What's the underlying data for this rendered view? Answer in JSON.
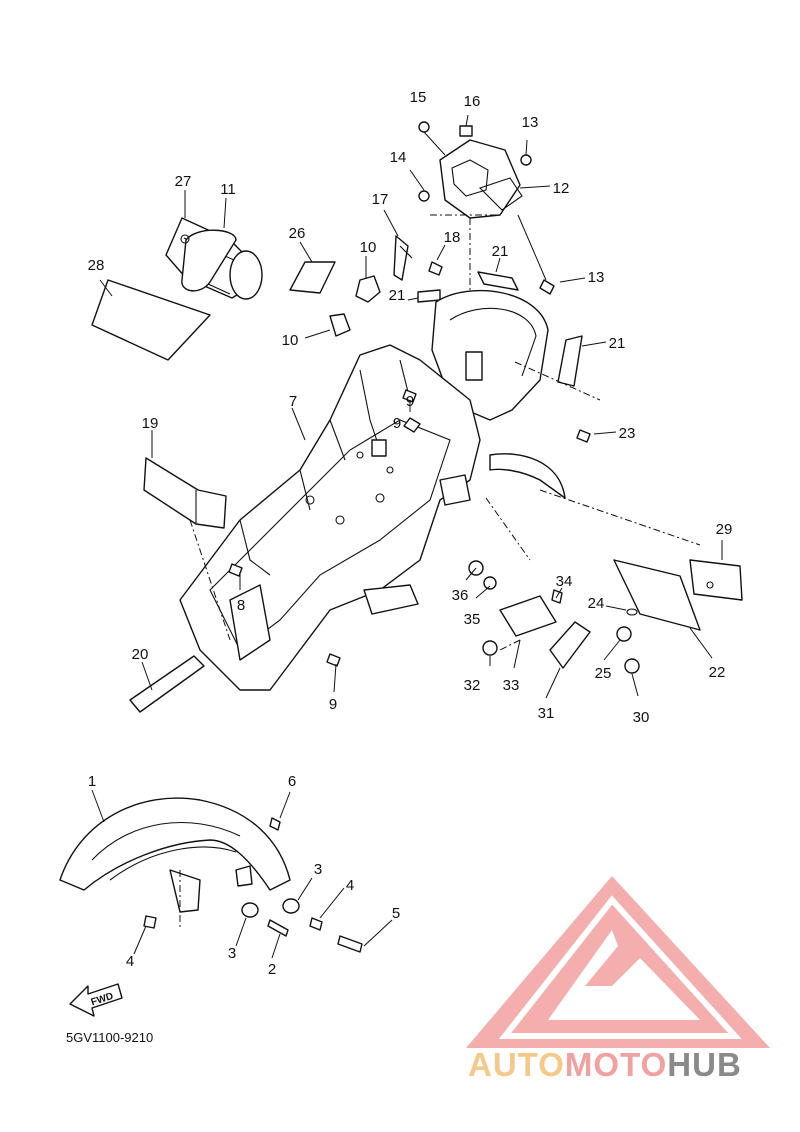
{
  "diagram": {
    "part_numbers": [
      "1",
      "2",
      "3",
      "3",
      "4",
      "4",
      "5",
      "6",
      "7",
      "8",
      "9",
      "9",
      "9",
      "10",
      "10",
      "11",
      "12",
      "13",
      "13",
      "14",
      "15",
      "16",
      "17",
      "18",
      "19",
      "20",
      "21",
      "21",
      "21",
      "22",
      "23",
      "24",
      "25",
      "26",
      "27",
      "28",
      "29",
      "30",
      "31",
      "32",
      "33",
      "34",
      "35",
      "36"
    ],
    "catalog_code": "5GV1100-9210",
    "fwd_label": "FWD"
  },
  "logo": {
    "part1": "AUTO",
    "part2": "MOTO",
    "part3": "HUB",
    "colors": {
      "auto": "#f6c98a",
      "moto": "#f3a0a0",
      "hub": "#8a8a8a",
      "triangle": "#f3a0a0"
    }
  }
}
